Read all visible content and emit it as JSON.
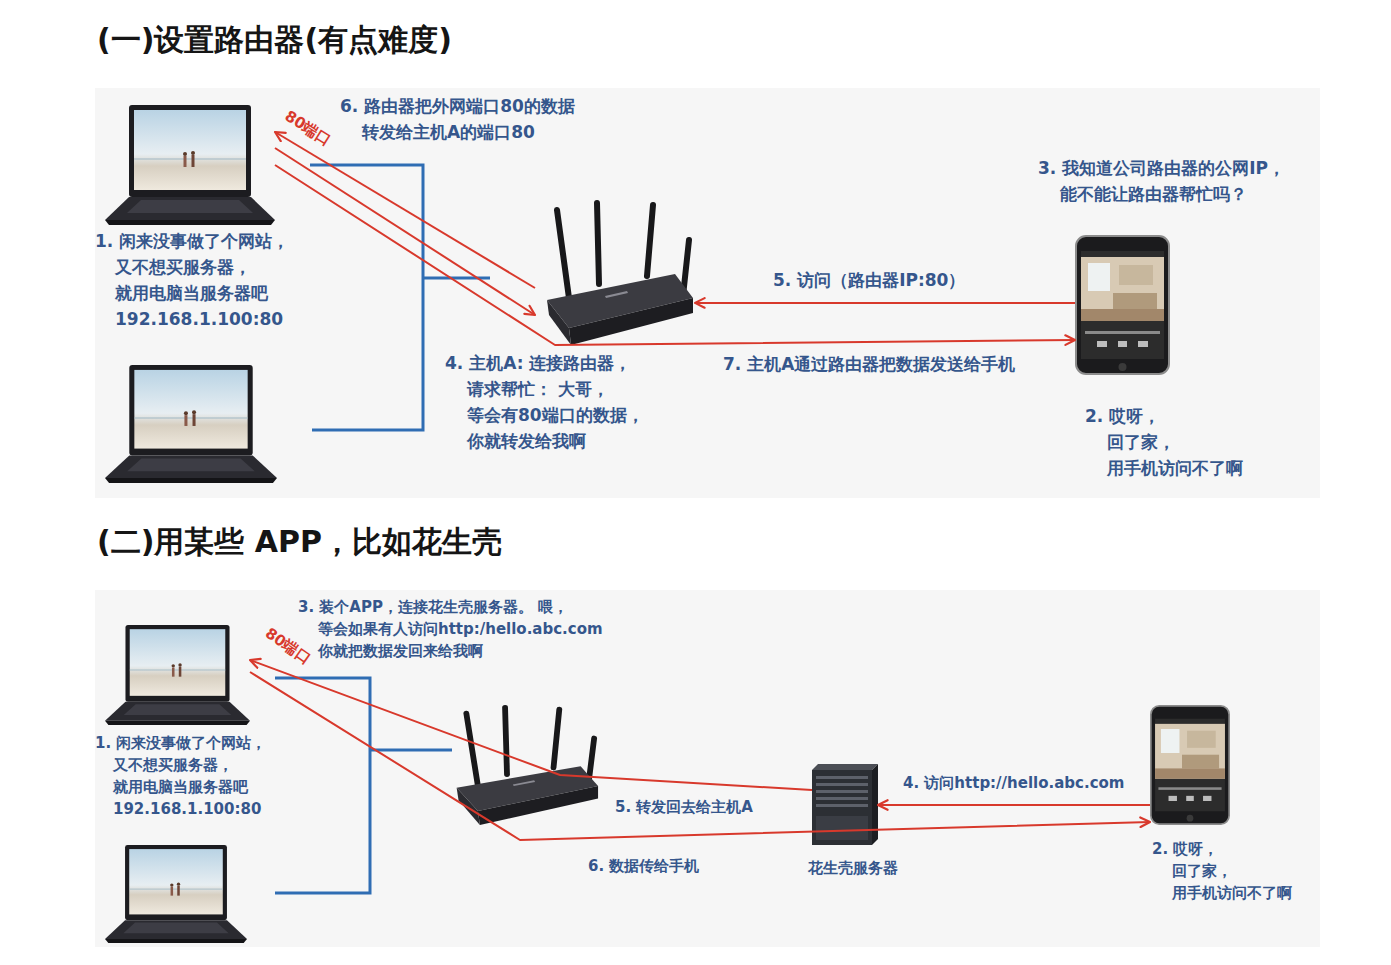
{
  "diagram": {
    "nodes": [
      {
        "text": [
          "1. 闲来没事做了个网站， 又不想买服务器， 就用电脑当服务器吧 192.168.1.100:80"
        ]
      },
      {
        "text": [
          "4. 主机A: 连接路由器，请求帮忙： 大哥， 等会有80端口的数据， 你就转发给我啊"
        ]
      },
      {
        "text": [
          "3. 我知道公司路由器的公网IP， 能不能让路由器帮忙吗？",
          "2. 哎呀， 回了家， 用手机访问不了啊"
        ]
      },
      {
        "text": [
          "1. 闲来没事做了个网站， 又不想买服务器， 就用电脑当服务器吧 192.168.1.100:80"
        ]
      },
      {
        "text": [
          "花生壳服务器"
        ]
      },
      {
        "text": [
          "2. 哎呀， 回了家， 用手机访问不了啊"
        ]
      }
    ],
    "edges": [
      {
        "from": 0,
        "to": 1,
        "arrow": "to"
      },
      {
        "from": 1,
        "to": 0,
        "arrow": "to"
      },
      {
        "from": 2,
        "to": 1,
        "arrow": "to",
        "label": "5. 访问（路由器IP:80）"
      },
      {
        "from": 0,
        "to": 2,
        "arrow": "to",
        "label": "7. 主机A通过路由器把数据发送给手机"
      },
      {
        "from": 4,
        "to": 3,
        "arrow": "to",
        "label": "5. 转发回去给主机A"
      },
      {
        "from": 3,
        "to": 5,
        "arrow": "to",
        "label": "6. 数据传给手机"
      },
      {
        "from": 5,
        "to": 4,
        "arrow": "to",
        "label": "4. 访问http://hello.abc.com"
      }
    ],
    "labels": [
      "(一)设置路由器(有点难度)",
      "6. 路由器把外网端口80的数据 转发给主机A的端口80",
      "80端口",
      "(二)用某些 APP，比如花生壳",
      "3. 装个APP，连接花生壳服务器。 喂，等会如果有人访问http:/hello.abc.com 你就把数据发回来给我啊",
      "80端口"
    ]
  }
}
